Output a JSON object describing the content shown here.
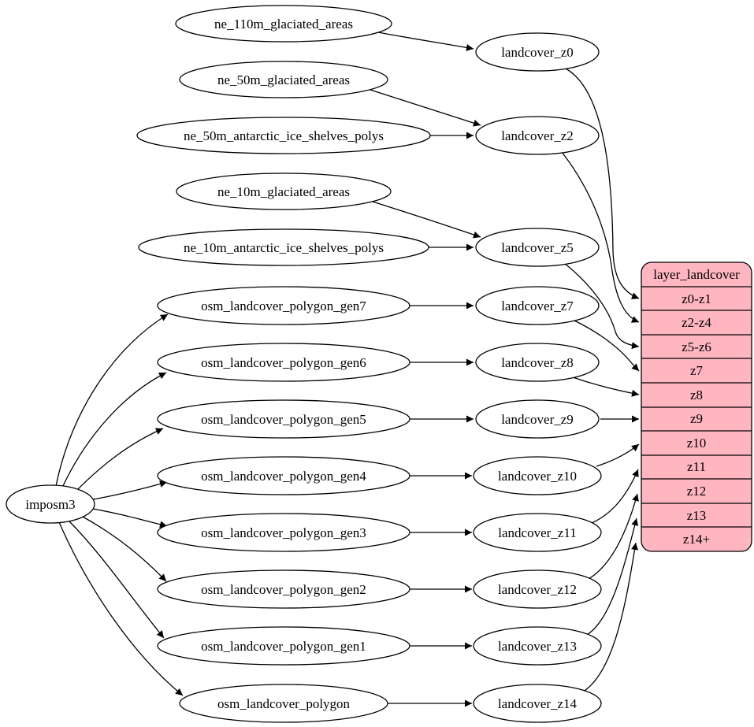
{
  "colors": {
    "background": "#ffffff",
    "node_fill": "#ffffff",
    "node_stroke": "#000000",
    "edge_color": "#000000",
    "table_fill": "#ffb6c1",
    "text_color": "#000000"
  },
  "nodes": {
    "imposm3": "imposm3",
    "ne_110m_glaciated_areas": "ne_110m_glaciated_areas",
    "ne_50m_glaciated_areas": "ne_50m_glaciated_areas",
    "ne_50m_antarctic_ice_shelves_polys": "ne_50m_antarctic_ice_shelves_polys",
    "ne_10m_glaciated_areas": "ne_10m_glaciated_areas",
    "ne_10m_antarctic_ice_shelves_polys": "ne_10m_antarctic_ice_shelves_polys",
    "osm_landcover_polygon_gen7": "osm_landcover_polygon_gen7",
    "osm_landcover_polygon_gen6": "osm_landcover_polygon_gen6",
    "osm_landcover_polygon_gen5": "osm_landcover_polygon_gen5",
    "osm_landcover_polygon_gen4": "osm_landcover_polygon_gen4",
    "osm_landcover_polygon_gen3": "osm_landcover_polygon_gen3",
    "osm_landcover_polygon_gen2": "osm_landcover_polygon_gen2",
    "osm_landcover_polygon_gen1": "osm_landcover_polygon_gen1",
    "osm_landcover_polygon": "osm_landcover_polygon",
    "landcover_z0": "landcover_z0",
    "landcover_z2": "landcover_z2",
    "landcover_z5": "landcover_z5",
    "landcover_z7": "landcover_z7",
    "landcover_z8": "landcover_z8",
    "landcover_z9": "landcover_z9",
    "landcover_z10": "landcover_z10",
    "landcover_z11": "landcover_z11",
    "landcover_z12": "landcover_z12",
    "landcover_z13": "landcover_z13",
    "landcover_z14": "landcover_z14"
  },
  "table": {
    "title": "layer_landcover",
    "rows": [
      "z0-z1",
      "z2-z4",
      "z5-z6",
      "z7",
      "z8",
      "z9",
      "z10",
      "z11",
      "z12",
      "z13",
      "z14+"
    ]
  },
  "edges": [
    {
      "from": "ne_110m_glaciated_areas",
      "to": "landcover_z0"
    },
    {
      "from": "ne_50m_glaciated_areas",
      "to": "landcover_z2"
    },
    {
      "from": "ne_50m_antarctic_ice_shelves_polys",
      "to": "landcover_z2"
    },
    {
      "from": "ne_10m_glaciated_areas",
      "to": "landcover_z5"
    },
    {
      "from": "ne_10m_antarctic_ice_shelves_polys",
      "to": "landcover_z5"
    },
    {
      "from": "imposm3",
      "to": "osm_landcover_polygon_gen7"
    },
    {
      "from": "imposm3",
      "to": "osm_landcover_polygon_gen6"
    },
    {
      "from": "imposm3",
      "to": "osm_landcover_polygon_gen5"
    },
    {
      "from": "imposm3",
      "to": "osm_landcover_polygon_gen4"
    },
    {
      "from": "imposm3",
      "to": "osm_landcover_polygon_gen3"
    },
    {
      "from": "imposm3",
      "to": "osm_landcover_polygon_gen2"
    },
    {
      "from": "imposm3",
      "to": "osm_landcover_polygon_gen1"
    },
    {
      "from": "imposm3",
      "to": "osm_landcover_polygon"
    },
    {
      "from": "osm_landcover_polygon_gen7",
      "to": "landcover_z7"
    },
    {
      "from": "osm_landcover_polygon_gen6",
      "to": "landcover_z8"
    },
    {
      "from": "osm_landcover_polygon_gen5",
      "to": "landcover_z9"
    },
    {
      "from": "osm_landcover_polygon_gen4",
      "to": "landcover_z10"
    },
    {
      "from": "osm_landcover_polygon_gen3",
      "to": "landcover_z11"
    },
    {
      "from": "osm_landcover_polygon_gen2",
      "to": "landcover_z12"
    },
    {
      "from": "osm_landcover_polygon_gen1",
      "to": "landcover_z13"
    },
    {
      "from": "osm_landcover_polygon",
      "to": "landcover_z14"
    },
    {
      "from": "landcover_z0",
      "to": "layer_landcover:z0-z1"
    },
    {
      "from": "landcover_z2",
      "to": "layer_landcover:z2-z4"
    },
    {
      "from": "landcover_z5",
      "to": "layer_landcover:z5-z6"
    },
    {
      "from": "landcover_z7",
      "to": "layer_landcover:z7"
    },
    {
      "from": "landcover_z8",
      "to": "layer_landcover:z8"
    },
    {
      "from": "landcover_z9",
      "to": "layer_landcover:z9"
    },
    {
      "from": "landcover_z10",
      "to": "layer_landcover:z10"
    },
    {
      "from": "landcover_z11",
      "to": "layer_landcover:z11"
    },
    {
      "from": "landcover_z12",
      "to": "layer_landcover:z12"
    },
    {
      "from": "landcover_z13",
      "to": "layer_landcover:z13"
    },
    {
      "from": "landcover_z14",
      "to": "layer_landcover:z14+"
    }
  ]
}
